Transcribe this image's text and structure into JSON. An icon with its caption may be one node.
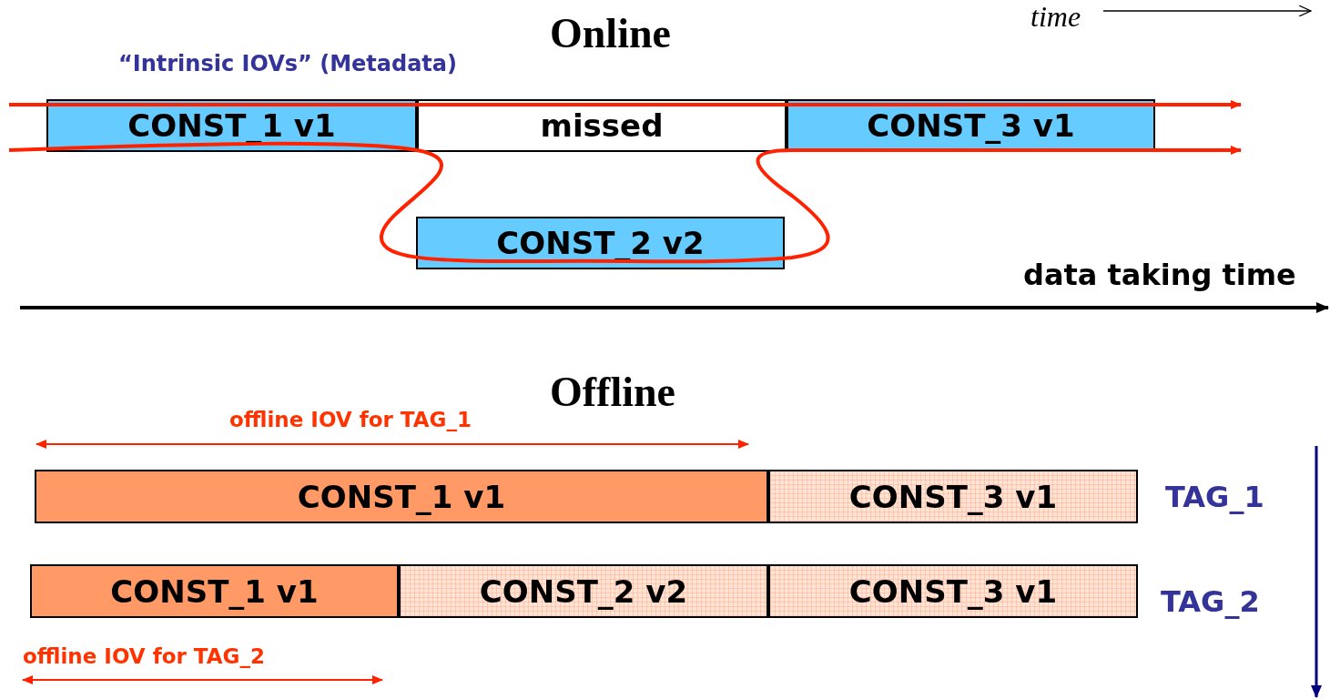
{
  "diagram": {
    "nodes": [
      {
        "text": [
          "CONST_1 v1"
        ]
      },
      {
        "text": [
          "missed"
        ]
      },
      {
        "text": [
          "CONST_3 v1"
        ]
      },
      {
        "text": [
          "CONST_2 v2"
        ]
      },
      {
        "text": [
          "CONST_1 v1"
        ]
      },
      {
        "text": [
          "CONST_3 v1"
        ]
      },
      {
        "text": [
          "CONST_1 v1"
        ]
      },
      {
        "text": [
          "CONST_2 v2"
        ]
      },
      {
        "text": [
          "CONST_3 v1"
        ]
      }
    ],
    "labels": [
      "time",
      "Online",
      "“Intrinsic IOVs” (Metadata)",
      "data taking time",
      "Offline",
      "offline IOV for TAG_1",
      "TAG_1",
      "TAG_2",
      "offline IOV for TAG_2"
    ]
  }
}
